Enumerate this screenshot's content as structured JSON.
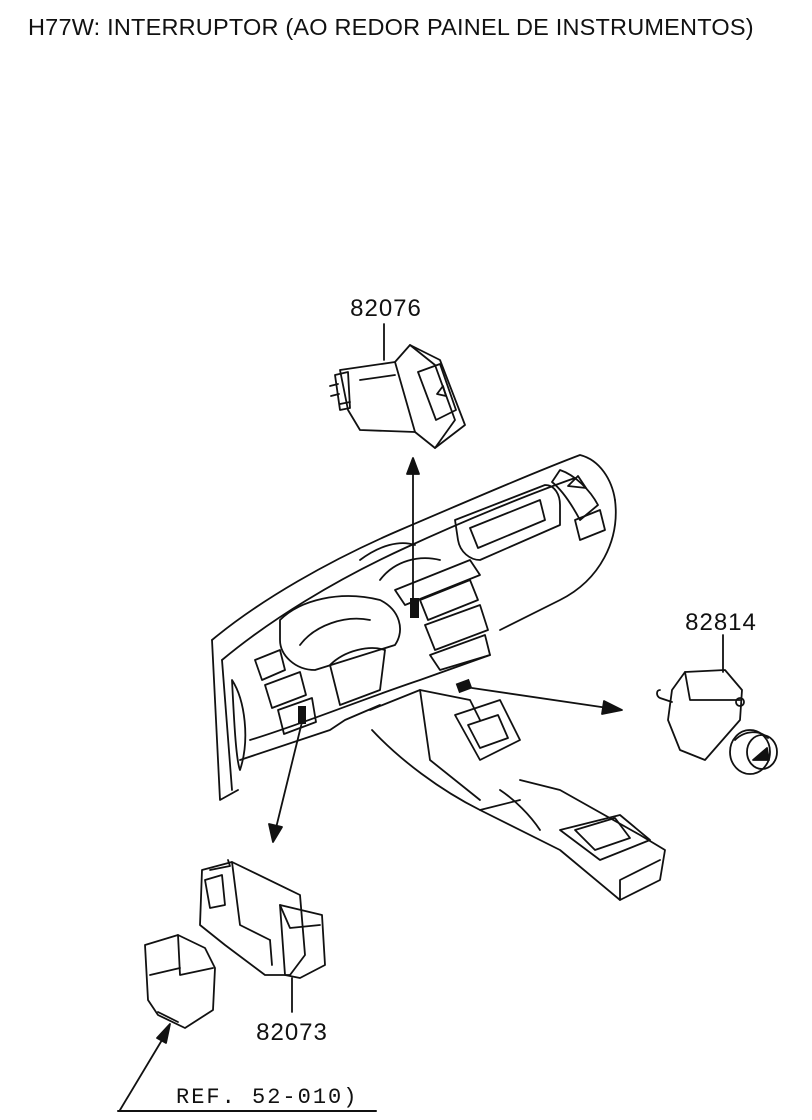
{
  "title": "H77W: INTERRUPTOR (AO REDOR PAINEL DE INSTRUMENTOS)",
  "parts": {
    "hazard_switch": "82076",
    "cigar_lighter": "82814",
    "switch_assembly": "82073"
  },
  "reference": "REF. 52-010)"
}
